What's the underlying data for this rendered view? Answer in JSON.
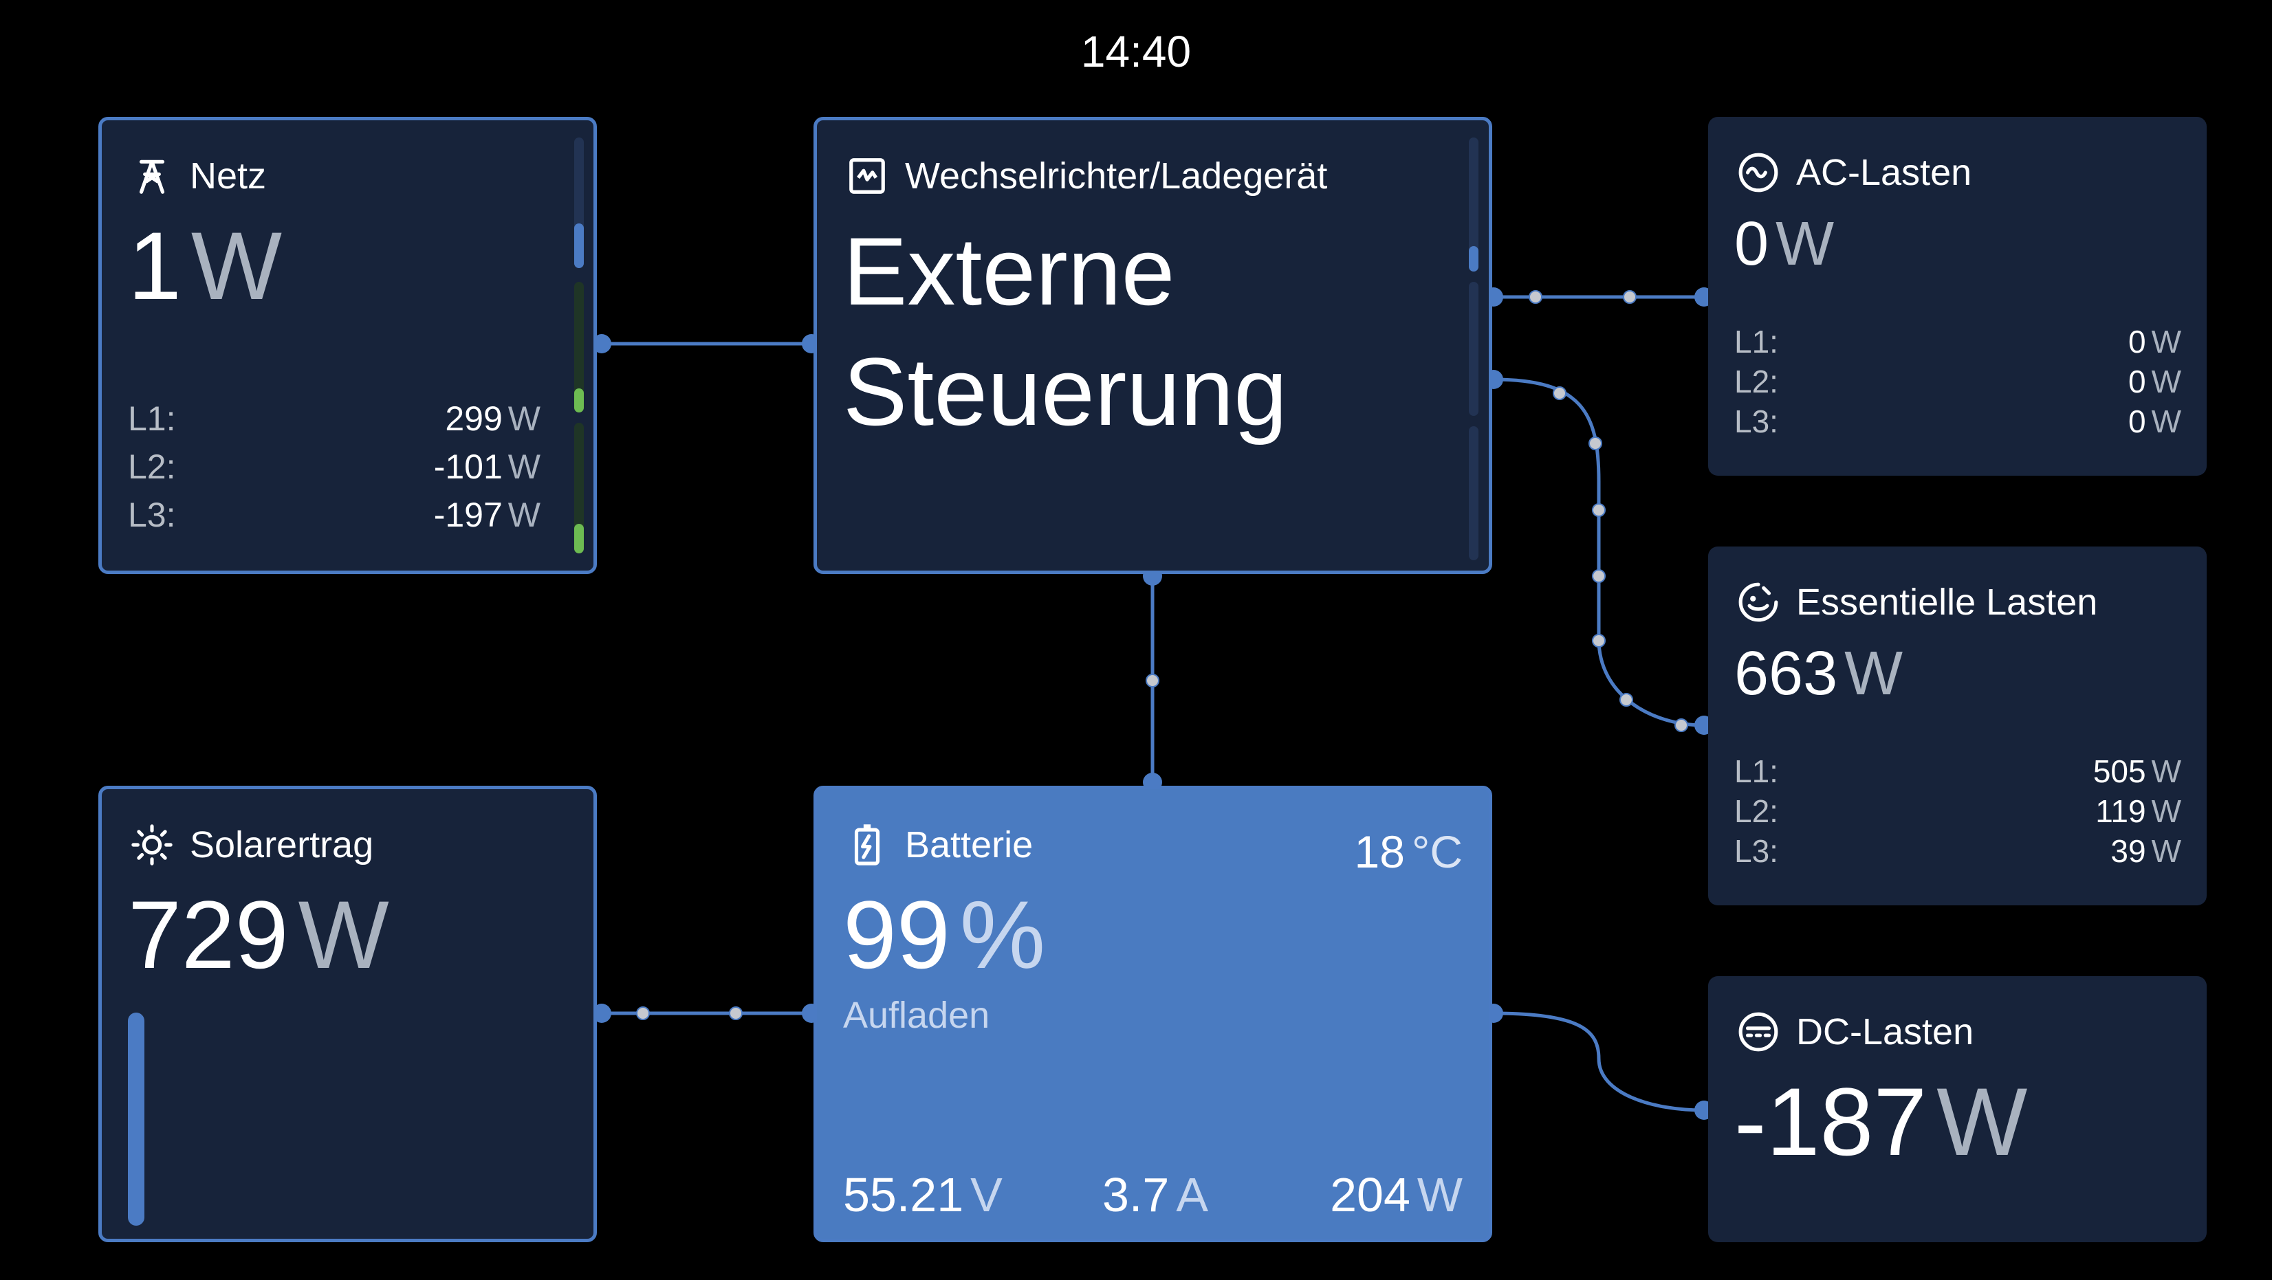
{
  "clock": "14:40",
  "grid": {
    "title": "Netz",
    "value": "1",
    "unit": "W",
    "phases": [
      {
        "label": "L1:",
        "value": "299",
        "unit": "W"
      },
      {
        "label": "L2:",
        "value": "-101",
        "unit": "W"
      },
      {
        "label": "L3:",
        "value": "-197",
        "unit": "W"
      }
    ]
  },
  "inverter": {
    "title": "Wechselrichter/Ladegerät",
    "state_line1": "Externe",
    "state_line2": "Steuerung"
  },
  "ac_loads": {
    "title": "AC-Lasten",
    "value": "0",
    "unit": "W",
    "phases": [
      {
        "label": "L1:",
        "value": "0",
        "unit": "W"
      },
      {
        "label": "L2:",
        "value": "0",
        "unit": "W"
      },
      {
        "label": "L3:",
        "value": "0",
        "unit": "W"
      }
    ]
  },
  "essential_loads": {
    "title": "Essentielle Lasten",
    "value": "663",
    "unit": "W",
    "phases": [
      {
        "label": "L1:",
        "value": "505",
        "unit": "W"
      },
      {
        "label": "L2:",
        "value": "119",
        "unit": "W"
      },
      {
        "label": "L3:",
        "value": "39",
        "unit": "W"
      }
    ]
  },
  "solar": {
    "title": "Solarertrag",
    "value": "729",
    "unit": "W"
  },
  "battery": {
    "title": "Batterie",
    "temperature": "18",
    "temperature_unit": "°C",
    "soc": "99",
    "soc_unit": "%",
    "state": "Aufladen",
    "voltage": "55.21",
    "voltage_unit": "V",
    "current": "3.7",
    "current_unit": "A",
    "power": "204",
    "power_unit": "W"
  },
  "dc_loads": {
    "title": "DC-Lasten",
    "value": "-187",
    "unit": "W"
  },
  "colors": {
    "card_bg": "#17233a",
    "accent_blue": "#4b7bc4",
    "battery_bg": "#4a7bc1",
    "green": "#6dbb52",
    "unit_gray": "#a9b2bf"
  }
}
